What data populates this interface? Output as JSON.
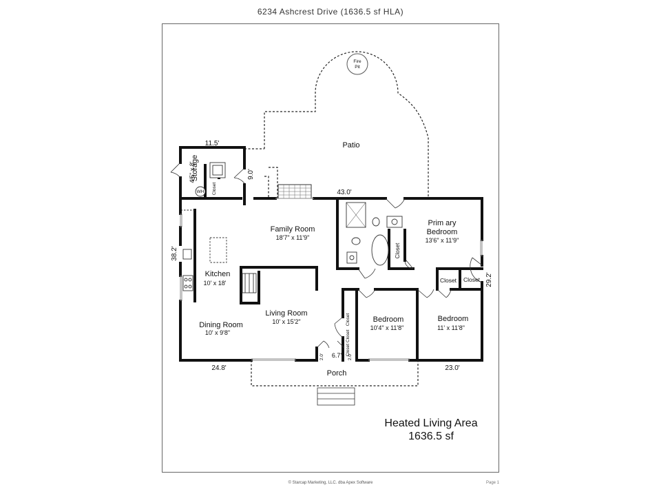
{
  "title": "6234 Ashcrest Drive (1636.5 sf HLA)",
  "footer": "© Starcap Marketing, LLC. dba Apex Software",
  "page": "Page 1",
  "area": {
    "heading": "Heated Living Area",
    "value": "1636.5 sf"
  },
  "rooms": {
    "patio": "Patio",
    "fire_pit_1": "Fire",
    "fire_pit_2": "Pit",
    "storage": "Storage",
    "storage_dim": "4'5\" x 8'",
    "wh": "WH",
    "closet_storage": "Closet",
    "family_name": "Family Room",
    "family_dim": "18'7\" x 11'9\"",
    "primary_name_1": "Prim ary",
    "primary_name_2": "Bedroom",
    "primary_dim": "13'6\" x 11'9\"",
    "closet_bath": "Closet",
    "kitchen_name": "Kitchen",
    "kitchen_dim": "10' x 18'",
    "closet_left": "Closet",
    "closet_right": "Closet",
    "living_name": "Living Room",
    "living_dim": "10' x 15'2\"",
    "dining_name": "Dining Room",
    "dining_dim": "10' x 9'8\"",
    "bedroom2_name": "Bedroom",
    "bedroom2_dim": "10'4\" x 11'8\"",
    "bedroom3_name": "Bedroom",
    "bedroom3_dim": "11' x 11'8\"",
    "closet_hall_1": "Closet",
    "closet_hall_2": "Closet Closet",
    "porch": "Porch"
  },
  "measurements": {
    "top_left": "11.5'",
    "storage_height": "9.0'",
    "top_right": "43.0'",
    "left_side": "38.2'",
    "right_side": "29.2'",
    "bottom_left": "24.8'",
    "bottom_right": "23.0'",
    "hall_width": "6.7'",
    "hall_left": "2.0'",
    "hall_right": "2.0'"
  }
}
